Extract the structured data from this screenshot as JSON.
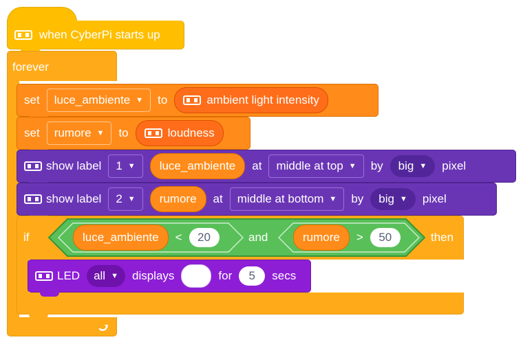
{
  "hat": {
    "label": "when CyberPi starts up",
    "icon": "cyberpi-icon"
  },
  "forever": {
    "label": "forever",
    "loop_icon": "loop-arrow-icon"
  },
  "set_light": {
    "set_label": "set",
    "variable": "luce_ambiente",
    "to_label": "to",
    "sensor": "ambient light intensity"
  },
  "set_noise": {
    "set_label": "set",
    "variable": "rumore",
    "to_label": "to",
    "sensor": "loudness"
  },
  "show1": {
    "label": "show label",
    "index": "1",
    "value": "luce_ambiente",
    "at_label": "at",
    "position": "middle at top",
    "by_label": "by",
    "size": "big",
    "unit": "pixel"
  },
  "show2": {
    "label": "show label",
    "index": "2",
    "value": "rumore",
    "at_label": "at",
    "position": "middle at bottom",
    "by_label": "by",
    "size": "big",
    "unit": "pixel"
  },
  "if_block": {
    "if_label": "if",
    "cond1": {
      "variable": "luce_ambiente",
      "operator": "<",
      "value": "20"
    },
    "and_label": "and",
    "cond2": {
      "variable": "rumore",
      "operator": ">",
      "value": "50"
    },
    "then_label": "then"
  },
  "led": {
    "label": "LED",
    "target": "all",
    "displays_label": "displays",
    "color": "#ffffff",
    "for_label": "for",
    "duration": "5",
    "unit": "secs"
  },
  "colors": {
    "events": "#ffbf00",
    "control": "#ffab19",
    "variables": "#ff8c1a",
    "sensing": "#ff6d1a",
    "display": "#6a35b5",
    "operators": "#59c059",
    "led": "#8d1ed6"
  }
}
